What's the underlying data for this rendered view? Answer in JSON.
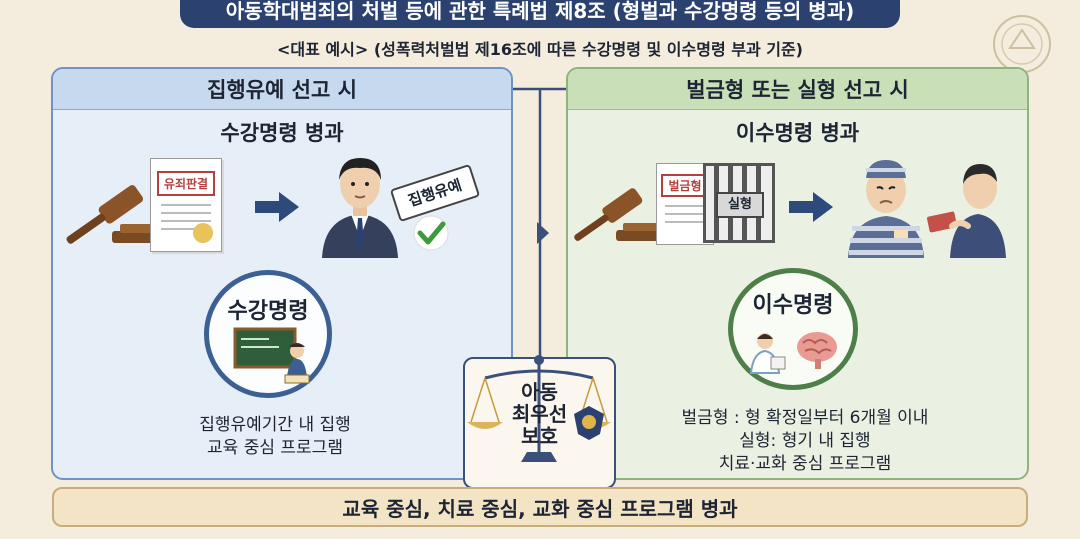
{
  "header": {
    "title": "아동학대범죄의 처벌 등에 관한 특례법 제8조 (형벌과 수강명령 등의 병과)",
    "subtitle": "<대표 예시> (성폭력처벌법 제16조에 따른 수강명령 및 이수명령 부과 기준)"
  },
  "left_panel": {
    "heading": "집행유예 선고 시",
    "subheading": "수강명령 병과",
    "document_label": "유죄판결",
    "sign_label": "집행유예",
    "circle_label": "수강명령",
    "description": [
      "집행유예기간 내 집행",
      "교육 중심 프로그램"
    ]
  },
  "right_panel": {
    "heading": "벌금형 또는 실형 선고 시",
    "subheading": "이수명령 병과",
    "document_label": "벌금형",
    "jail_label": "실형",
    "circle_label": "이수명령",
    "description": [
      "벌금형 : 형 확정일부터 6개월 이내",
      "실형: 형기 내 집행",
      "치료·교화 중심 프로그램"
    ]
  },
  "center": {
    "lines": [
      "아동",
      "최우선",
      "보호"
    ]
  },
  "footer": {
    "summary": "교육 중심, 치료 중심, 교화 중심 프로그램 병과"
  },
  "colors": {
    "title_bg": "#2b4170",
    "left_accent": "#3c5f94",
    "right_accent": "#4f7f49",
    "footer_bg": "#f3e4c6"
  }
}
